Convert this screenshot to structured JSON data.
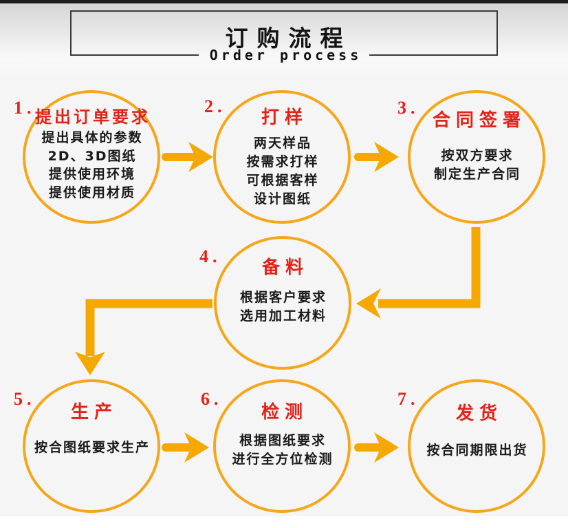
{
  "colors": {
    "accent_orange": "#F5A71B",
    "arrow_orange": "#F5A800",
    "step_red": "#E2231A",
    "text_black": "#1A1A1A",
    "box_border": "#3A3A3A",
    "page_background": "#F5F5F5",
    "top_bar": "#1D1D1D"
  },
  "header": {
    "title": "订购流程",
    "subtitle": "Order process"
  },
  "steps": [
    {
      "number": "1.",
      "title": "提出订单要求",
      "lines": [
        "提出具体的参数",
        "2D、3D图纸",
        "提供使用环境",
        "提供使用材质"
      ]
    },
    {
      "number": "2.",
      "title": "打样",
      "lines": [
        "两天样品",
        "按需求打样",
        "可根据客样",
        "设计图纸"
      ]
    },
    {
      "number": "3.",
      "title": "合同签署",
      "lines": [
        "按双方要求",
        "制定生产合同"
      ]
    },
    {
      "number": "4.",
      "title": "备料",
      "lines": [
        "根据客户要求",
        "选用加工材料"
      ]
    },
    {
      "number": "5.",
      "title": "生产",
      "lines": [
        "按合图纸要求生产"
      ]
    },
    {
      "number": "6.",
      "title": "检测",
      "lines": [
        "根据图纸要求",
        "进行全方位检测"
      ]
    },
    {
      "number": "7.",
      "title": "发货",
      "lines": [
        "按合同期限出货"
      ]
    }
  ]
}
